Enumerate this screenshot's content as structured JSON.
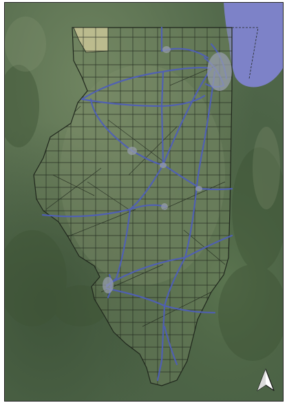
{
  "map": {
    "colors": {
      "land_base": "#4e6548",
      "land_light": "#6f8460",
      "land_dark": "#3d5238",
      "lake": "#7d82c8",
      "highway": "#4f5fb8",
      "road": "#1f261c",
      "county_highlight": "#c9c597",
      "border": "#222222"
    },
    "layers": [
      "satellite-imagery",
      "state-outline",
      "county-roads",
      "interstate-highways",
      "lake-michigan",
      "north-arrow"
    ],
    "icons": [
      "north-arrow-icon"
    ]
  }
}
